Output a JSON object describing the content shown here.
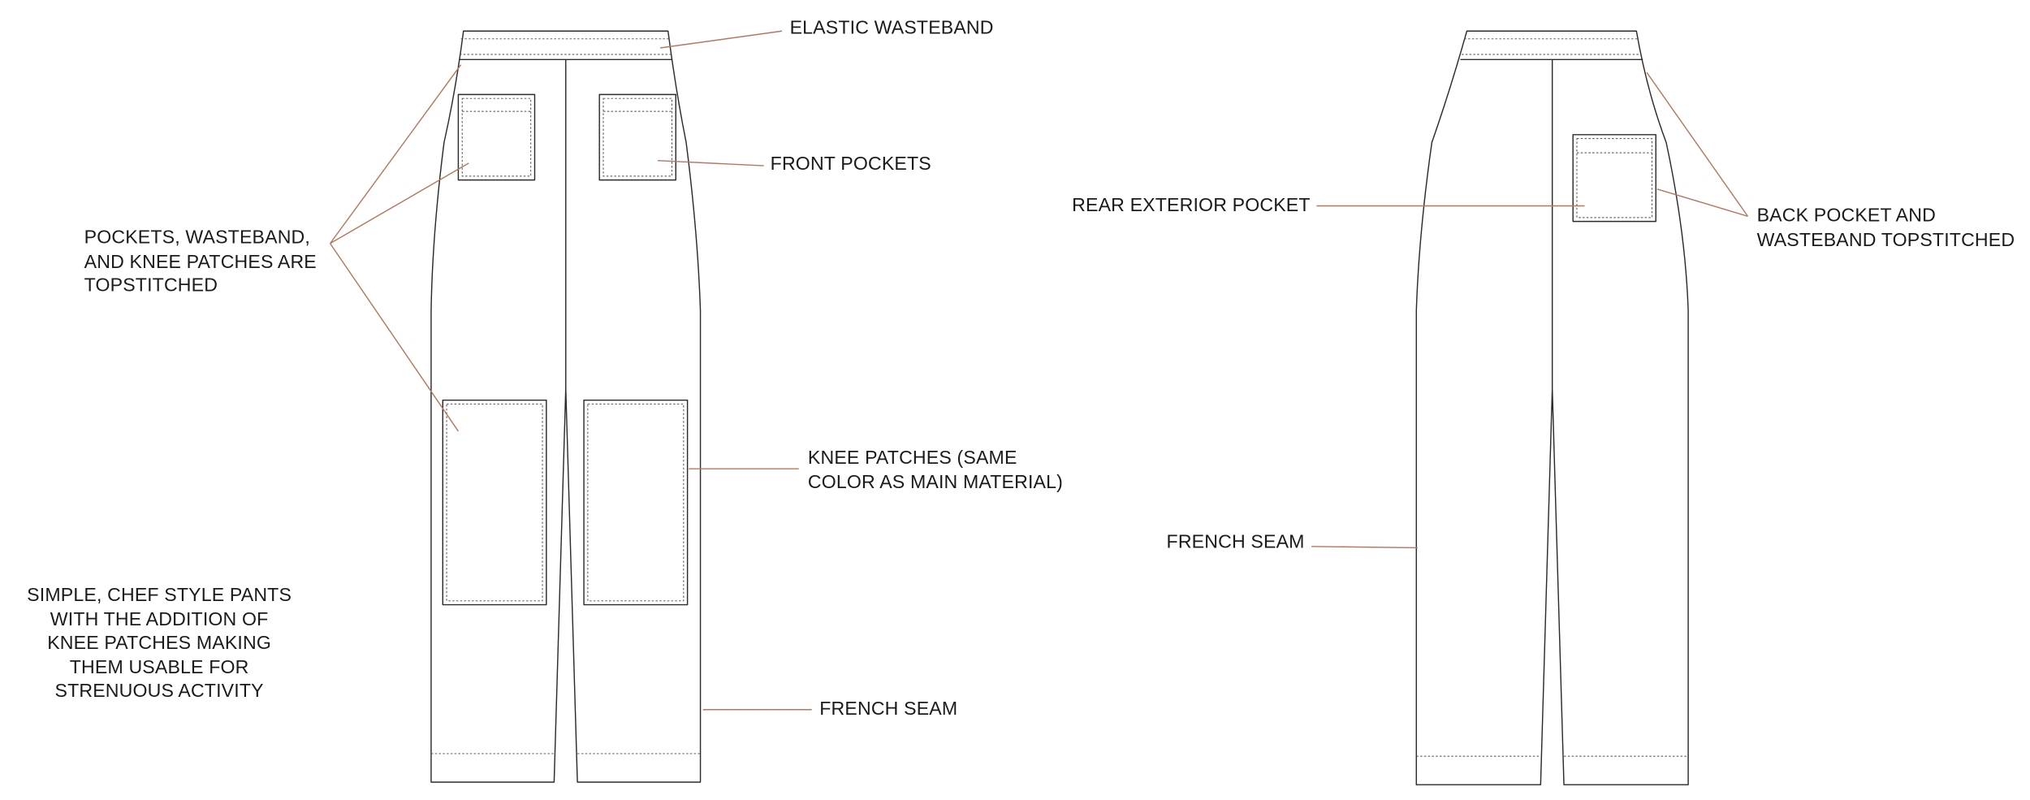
{
  "colors": {
    "line": "#2b2b2b",
    "callout": "#b5775d",
    "text": "#1a1a1a",
    "background": "#ffffff"
  },
  "front": {
    "callouts": {
      "elastic_wasteband": "ELASTIC WASTEBAND",
      "front_pockets": "FRONT POCKETS",
      "topstitched": [
        "POCKETS, WASTEBAND,",
        "AND KNEE PATCHES ARE",
        "TOPSTITCHED"
      ],
      "knee_patches": [
        "KNEE PATCHES (SAME",
        "COLOR AS MAIN MATERIAL)"
      ],
      "french_seam": "FRENCH SEAM"
    },
    "description": [
      "SIMPLE, CHEF STYLE PANTS",
      "WITH THE ADDITION OF",
      "KNEE PATCHES MAKING",
      "THEM USABLE FOR",
      "STRENUOUS ACTIVITY"
    ]
  },
  "back": {
    "callouts": {
      "rear_pocket": "REAR EXTERIOR POCKET",
      "back_topstitched": [
        "BACK POCKET AND",
        "WASTEBAND TOPSTITCHED"
      ],
      "french_seam": "FRENCH SEAM"
    }
  }
}
